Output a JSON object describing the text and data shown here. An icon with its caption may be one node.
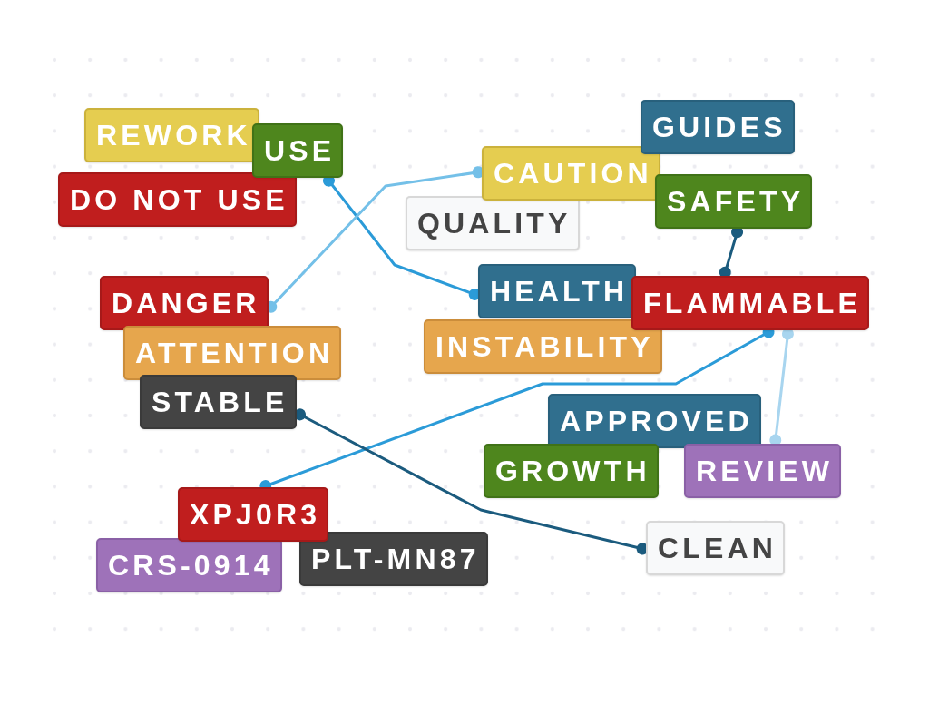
{
  "diagram": {
    "nodes": [
      {
        "text": [
          "REWORK"
        ]
      },
      {
        "text": [
          "USE"
        ]
      },
      {
        "text": [
          "GUIDES"
        ]
      },
      {
        "text": [
          "CAUTION"
        ]
      },
      {
        "text": [
          "DO NOT USE"
        ]
      },
      {
        "text": [
          "SAFETY"
        ]
      },
      {
        "text": [
          "QUALITY"
        ]
      },
      {
        "text": [
          "HEALTH"
        ]
      },
      {
        "text": [
          "DANGER"
        ]
      },
      {
        "text": [
          "FLAMMABLE"
        ]
      },
      {
        "text": [
          "ATTENTION"
        ]
      },
      {
        "text": [
          "INSTABILITY"
        ]
      },
      {
        "text": [
          "STABLE"
        ]
      },
      {
        "text": [
          "APPROVED"
        ]
      },
      {
        "text": [
          "GROWTH"
        ]
      },
      {
        "text": [
          "REVIEW"
        ]
      },
      {
        "text": [
          "XPJ0R3"
        ]
      },
      {
        "text": [
          "CLEAN"
        ]
      },
      {
        "text": [
          "CRS-0914"
        ]
      },
      {
        "text": [
          "PLT-MN87"
        ]
      }
    ],
    "edges": [
      {
        "from": 1,
        "to": 7,
        "arrow": "other",
        "color": "#2b9bd8"
      },
      {
        "from": 8,
        "to": 3,
        "arrow": "other",
        "color": "#74c0e8"
      },
      {
        "from": 5,
        "to": 9,
        "arrow": "other",
        "color": "#1b5b7e"
      },
      {
        "from": 9,
        "to": 16,
        "arrow": "other",
        "color": "#2b9bd8"
      },
      {
        "from": 9,
        "to": 15,
        "arrow": "other",
        "color": "#a8d5ef"
      },
      {
        "from": 12,
        "to": 17,
        "arrow": "other",
        "color": "#1b5b7e"
      }
    ]
  }
}
